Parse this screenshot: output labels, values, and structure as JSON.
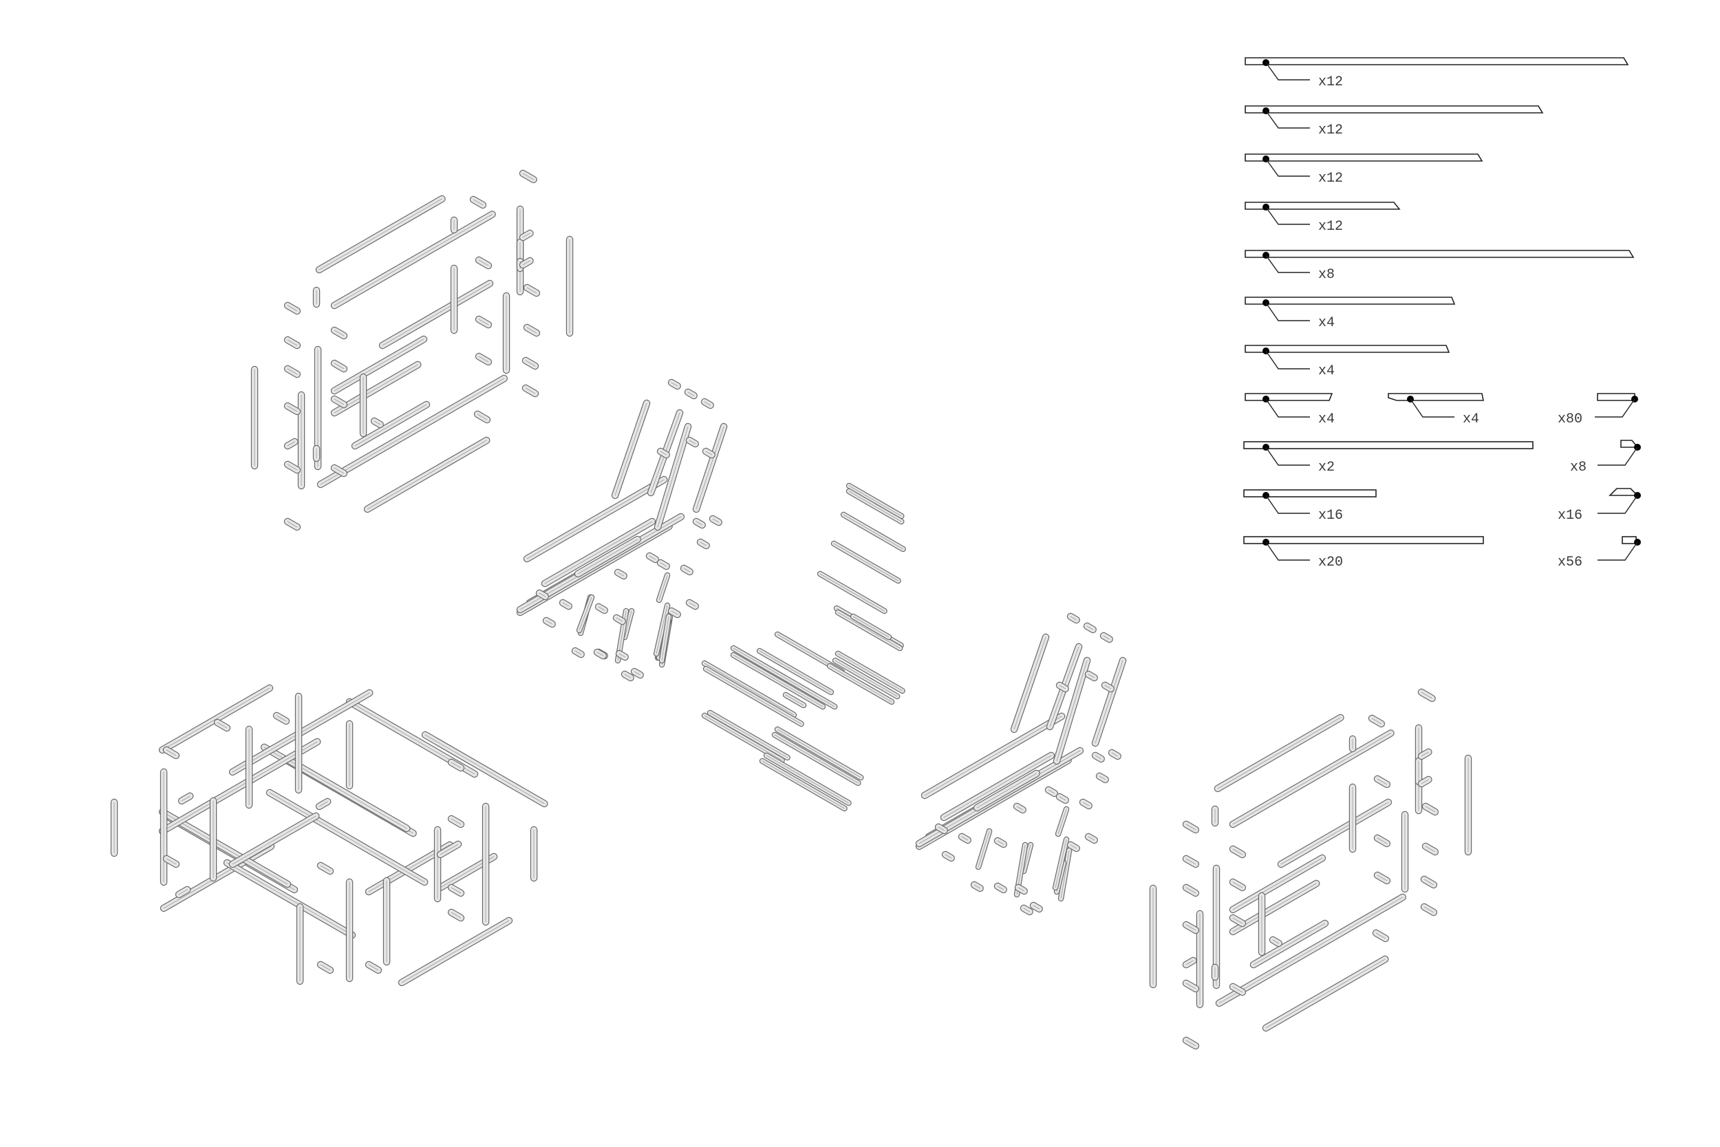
{
  "parts_legend": {
    "items": [
      {
        "qty": "x12",
        "kind": "tapered"
      },
      {
        "qty": "x12",
        "kind": "tapered"
      },
      {
        "qty": "x12",
        "kind": "tapered"
      },
      {
        "qty": "x12",
        "kind": "tapered"
      },
      {
        "qty": "x8",
        "kind": "tapered"
      },
      {
        "qty": "x4",
        "kind": "tapered"
      },
      {
        "qty": "x4",
        "kind": "tapered"
      },
      {
        "qty": "x4",
        "kind": "tapered"
      },
      {
        "qty": "x4",
        "kind": "tapered"
      },
      {
        "qty": "x80",
        "kind": "block"
      },
      {
        "qty": "x2",
        "kind": "straight"
      },
      {
        "qty": "x8",
        "kind": "block"
      },
      {
        "qty": "x16",
        "kind": "straight"
      },
      {
        "qty": "x16",
        "kind": "block"
      },
      {
        "qty": "x20",
        "kind": "straight"
      },
      {
        "qty": "x56",
        "kind": "block"
      }
    ]
  },
  "colors": {
    "background": "#ffffff",
    "line": "#222222",
    "member": "#6a6a6a"
  },
  "views": [
    {
      "name": "upper-left-frame-explosion"
    },
    {
      "name": "lower-left-frame-explosion"
    },
    {
      "name": "left-seat-frame-explosion"
    },
    {
      "name": "center-slat-explosion"
    },
    {
      "name": "right-seat-frame-explosion"
    },
    {
      "name": "lower-right-frame-explosion"
    }
  ]
}
